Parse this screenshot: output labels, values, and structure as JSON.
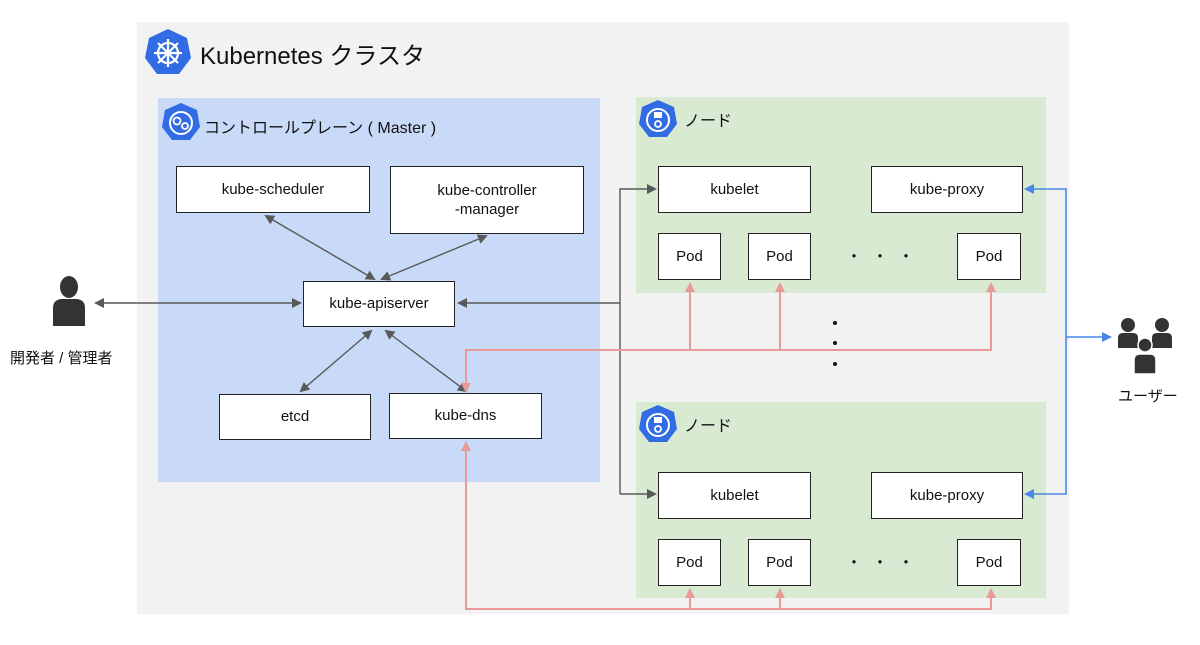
{
  "cluster": {
    "title": "Kubernetes クラスタ"
  },
  "master": {
    "title": "コントロールプレーン ( Master )",
    "scheduler": "kube-scheduler",
    "controller_line1": "kube-controller",
    "controller_line2": "-manager",
    "apiserver": "kube-apiserver",
    "etcd": "etcd",
    "dns": "kube-dns"
  },
  "nodes": [
    {
      "title": "ノード",
      "kubelet": "kubelet",
      "proxy": "kube-proxy",
      "pods": [
        "Pod",
        "Pod",
        "Pod"
      ],
      "ellipsis": "・・・"
    },
    {
      "title": "ノード",
      "kubelet": "kubelet",
      "proxy": "kube-proxy",
      "pods": [
        "Pod",
        "Pod",
        "Pod"
      ],
      "ellipsis": "・・・"
    }
  ],
  "actors": {
    "admin": "開発者 / 管理者",
    "users": "ユーザー"
  },
  "icons": {
    "logo": "kubernetes-helm-icon",
    "admin": "person-icon",
    "users": "users-group-icon"
  },
  "colors": {
    "k8s_blue": "#326ce5",
    "master_bg": "#c9daf8",
    "node_bg": "#d9ead3",
    "cluster_bg": "#f2f2f2",
    "red_line": "#ea9999",
    "blue_line": "#4a86e8",
    "gray_line": "#595959"
  }
}
